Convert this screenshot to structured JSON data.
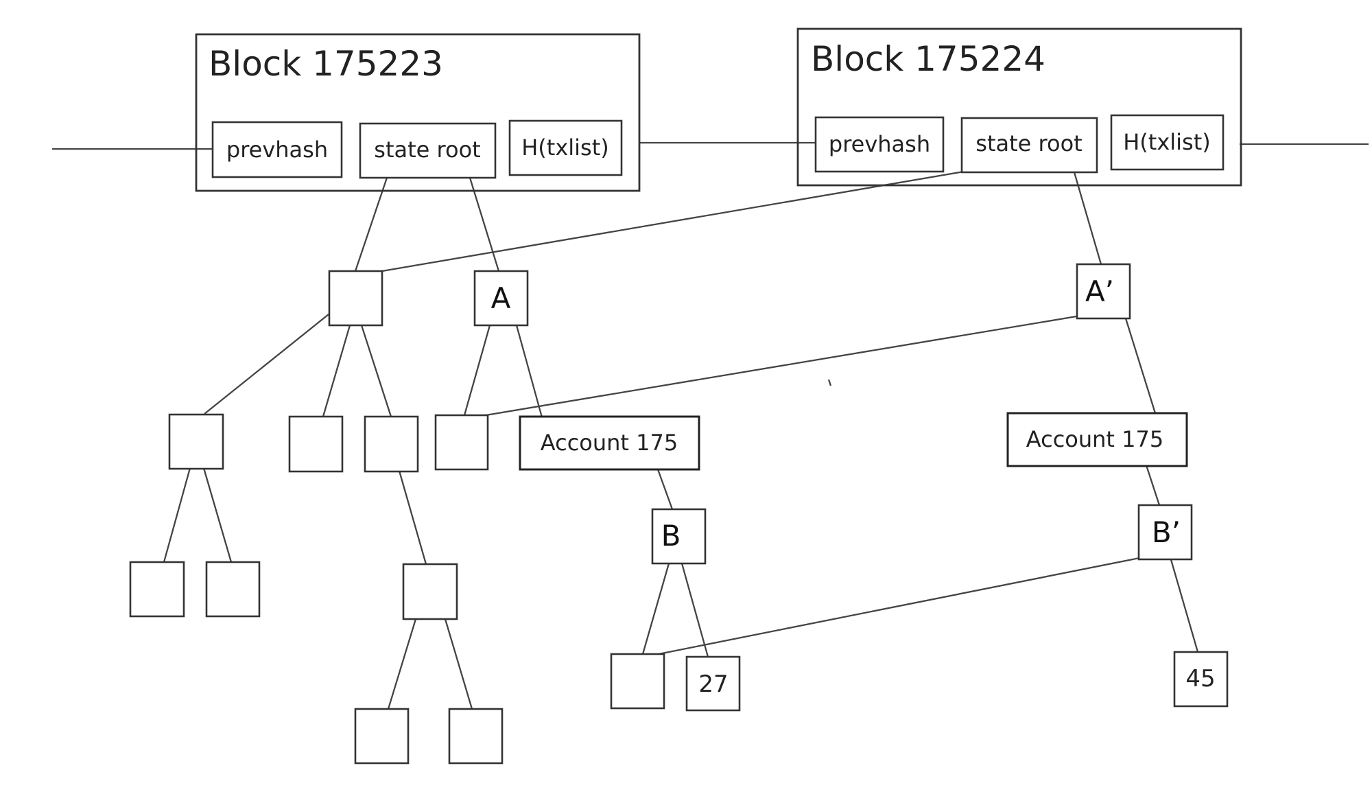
{
  "blocks": [
    {
      "title": "Block 175223",
      "fields": [
        "prevhash",
        "state root",
        "H(txlist)"
      ]
    },
    {
      "title": "Block 175224",
      "fields": [
        "prevhash",
        "state root",
        "H(txlist)"
      ]
    }
  ],
  "nodes": {
    "a": "A",
    "a_prime": "A’",
    "b": "B",
    "b_prime": "B’",
    "account_old": "Account 175",
    "account_new": "Account 175",
    "value_old": "27",
    "value_new": "45"
  }
}
